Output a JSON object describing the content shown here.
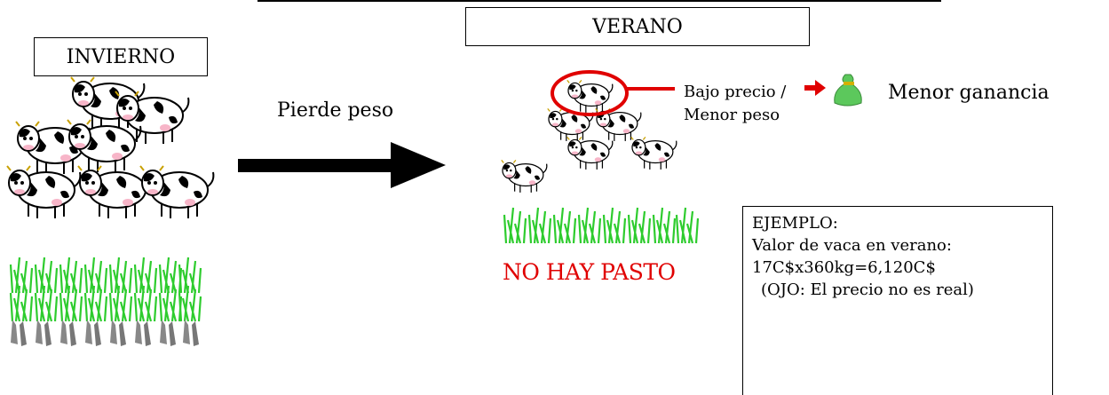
{
  "labels": {
    "winter": "INVIERNO",
    "summer": "VERANO",
    "arrow_text": "Pierde peso",
    "low_price_line1": "Bajo precio /",
    "low_price_line2": "Menor peso",
    "lower_profit": "Menor ganancia",
    "no_grass": "NO HAY PASTO"
  },
  "example": {
    "title": "EJEMPLO:",
    "line1": "Valor de vaca en verano:",
    "line2": "17C$x360kg=6,120C$",
    "line3": "(OJO: El precio no es real)"
  },
  "colors": {
    "accent_red": "#e00000",
    "grass_green": "#2ecc2e",
    "stubble_gray": "#888888",
    "bag_green": "#5cc85c"
  }
}
